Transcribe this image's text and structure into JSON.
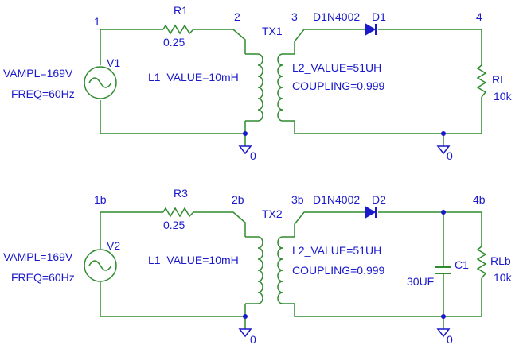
{
  "circuit_top": {
    "node_1": "1",
    "node_2": "2",
    "node_3": "3",
    "node_4": "4",
    "r1_name": "R1",
    "r1_value": "0.25",
    "v1_name": "V1",
    "v1_ampl": "VAMPL=169V",
    "v1_freq": "FREQ=60Hz",
    "tx_name": "TX1",
    "l1_value": "L1_VALUE=10mH",
    "l2_value": "L2_VALUE=51UH",
    "coupling": "COUPLING=0.999",
    "diode_model": "D1N4002",
    "diode_name": "D1",
    "rl_name": "RL",
    "rl_value": "10k",
    "ground_left": "0",
    "ground_right": "0"
  },
  "circuit_bottom": {
    "node_1": "1b",
    "node_2": "2b",
    "node_3": "3b",
    "node_4": "4b",
    "r_name": "R3",
    "r_value": "0.25",
    "v_name": "V2",
    "v_ampl": "VAMPL=169V",
    "v_freq": "FREQ=60Hz",
    "tx_name": "TX2",
    "l1_value": "L1_VALUE=10mH",
    "l2_value": "L2_VALUE=51UH",
    "coupling": "COUPLING=0.999",
    "diode_model": "D1N4002",
    "diode_name": "D2",
    "c_name": "C1",
    "c_value": "30UF",
    "rl_name": "RLb",
    "rl_value": "10k",
    "ground_left": "0",
    "ground_right": "0"
  },
  "colors": {
    "wire": "#2e8b2e",
    "text": "#1a1acc",
    "background": "#ffffff"
  }
}
